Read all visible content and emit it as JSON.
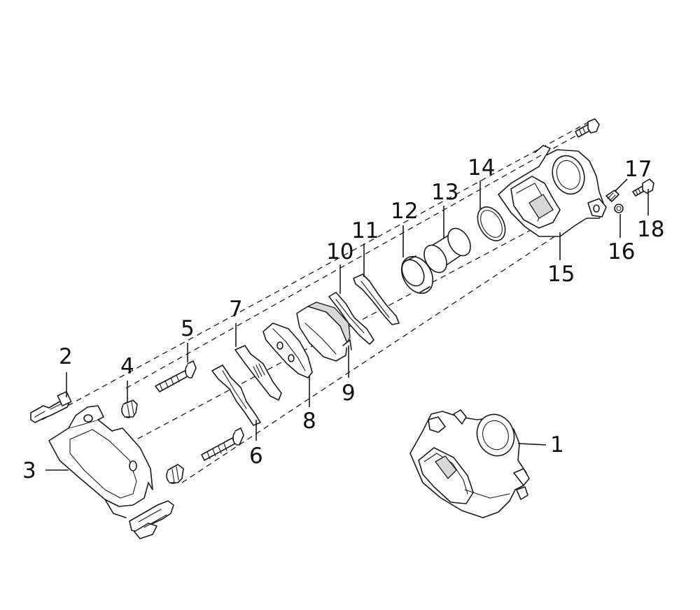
{
  "callouts": [
    {
      "id": "1",
      "label": "1",
      "part": "caliper-assembly"
    },
    {
      "id": "2",
      "label": "2",
      "part": "pad-clip-small"
    },
    {
      "id": "3",
      "label": "3",
      "part": "caliper-bracket"
    },
    {
      "id": "4",
      "label": "4",
      "part": "guide-pin-boot"
    },
    {
      "id": "5",
      "label": "5",
      "part": "guide-pin"
    },
    {
      "id": "6",
      "label": "6",
      "part": "pad-spring-outer"
    },
    {
      "id": "7",
      "label": "7",
      "part": "pad-spring-inner"
    },
    {
      "id": "8",
      "label": "8",
      "part": "brake-pad-outer"
    },
    {
      "id": "9",
      "label": "9",
      "part": "brake-pad-inner"
    },
    {
      "id": "10",
      "label": "10",
      "part": "anti-rattle-spring"
    },
    {
      "id": "11",
      "label": "11",
      "part": "anti-rattle-clip"
    },
    {
      "id": "12",
      "label": "12",
      "part": "piston-dust-seal"
    },
    {
      "id": "13",
      "label": "13",
      "part": "piston"
    },
    {
      "id": "14",
      "label": "14",
      "part": "piston-seal"
    },
    {
      "id": "15",
      "label": "15",
      "part": "caliper-housing"
    },
    {
      "id": "16",
      "label": "16",
      "part": "bleeder-cap"
    },
    {
      "id": "17",
      "label": "17",
      "part": "bleeder-screw"
    },
    {
      "id": "18",
      "label": "18",
      "part": "caliper-bolt"
    }
  ]
}
